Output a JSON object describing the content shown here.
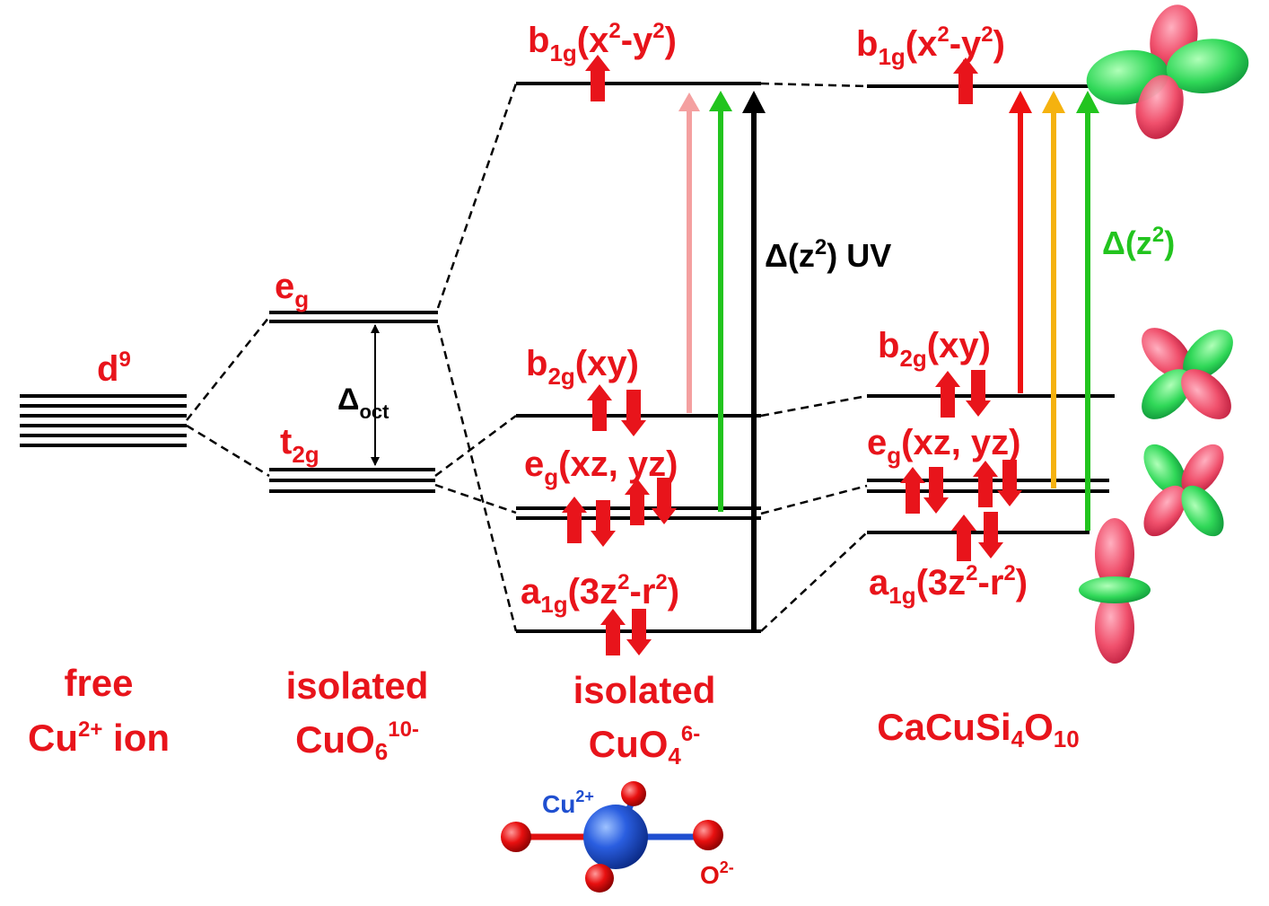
{
  "colors": {
    "label": "#e8141b",
    "level": "#000000",
    "electron_arrow": "#e8141b",
    "cu_atom": "#1f4fd0",
    "o_atom": "#e01010",
    "transition_pink": "#f4a0a0",
    "transition_green": "#22c41e",
    "transition_black": "#000000",
    "transition_red": "#ee1111",
    "transition_orange": "#f5b20f",
    "orbital_lobe_a": "#f2506d",
    "orbital_lobe_b": "#2fd85a"
  },
  "labels": {
    "d9": {
      "main": "d",
      "sup": "9"
    },
    "eg": {
      "main": "e",
      "sub": "g"
    },
    "t2g": {
      "main": "t",
      "sub": "2g"
    },
    "delta_oct": {
      "main": "Δ",
      "sub": "oct"
    },
    "b1g_mid": {
      "main": "b",
      "sub": "1g",
      "rest1": "(x",
      "sup1": "2",
      "rest2": "-y",
      "sup2": "2",
      "rest3": ")"
    },
    "b2g_mid": {
      "main": "b",
      "sub": "2g",
      "rest": "(xy)"
    },
    "egxz_mid": {
      "main": "e",
      "sub": "g",
      "rest": "(xz, yz)"
    },
    "a1g_mid": {
      "main": "a",
      "sub": "1g",
      "rest1": "(3z",
      "sup1": "2",
      "rest2": "-r",
      "sup2": "2",
      "rest3": ")"
    },
    "b1g_right": {
      "main": "b",
      "sub": "1g",
      "rest1": "(x",
      "sup1": "2",
      "rest2": "-y",
      "sup2": "2",
      "rest3": ")"
    },
    "b2g_right": {
      "main": "b",
      "sub": "2g",
      "rest": "(xy)"
    },
    "egxz_right": {
      "main": "e",
      "sub": "g",
      "rest": "(xz, yz)"
    },
    "a1g_right": {
      "main": "a",
      "sub": "1g",
      "rest1": "(3z",
      "sup1": "2",
      "rest2": "-r",
      "sup2": "2",
      "rest3": ")"
    },
    "delta_uv": {
      "main": "Δ(z",
      "sup": "2",
      "rest": ") UV"
    },
    "delta_z2": {
      "main": "Δ(z",
      "sup": "2",
      "rest": ")"
    }
  },
  "captions": {
    "free_ion": {
      "line1": "free",
      "line2_main": "Cu",
      "line2_sup": "2+",
      "line2_rest": " ion"
    },
    "cuo6": {
      "line1": "isolated",
      "line2_main": "CuO",
      "line2_sub": "6",
      "line2_sup": "10-"
    },
    "cuo4": {
      "line1": "isolated",
      "line2_main": "CuO",
      "line2_sub": "4",
      "line2_sup": "6-"
    },
    "cacusi": {
      "main1": "CaCuSi",
      "sub1": "4",
      "main2": "O",
      "sub2": "10"
    }
  },
  "molecule": {
    "cu_label": {
      "main": "Cu",
      "sup": "2+"
    },
    "o_label": {
      "main": "O",
      "sup": "2-"
    }
  }
}
